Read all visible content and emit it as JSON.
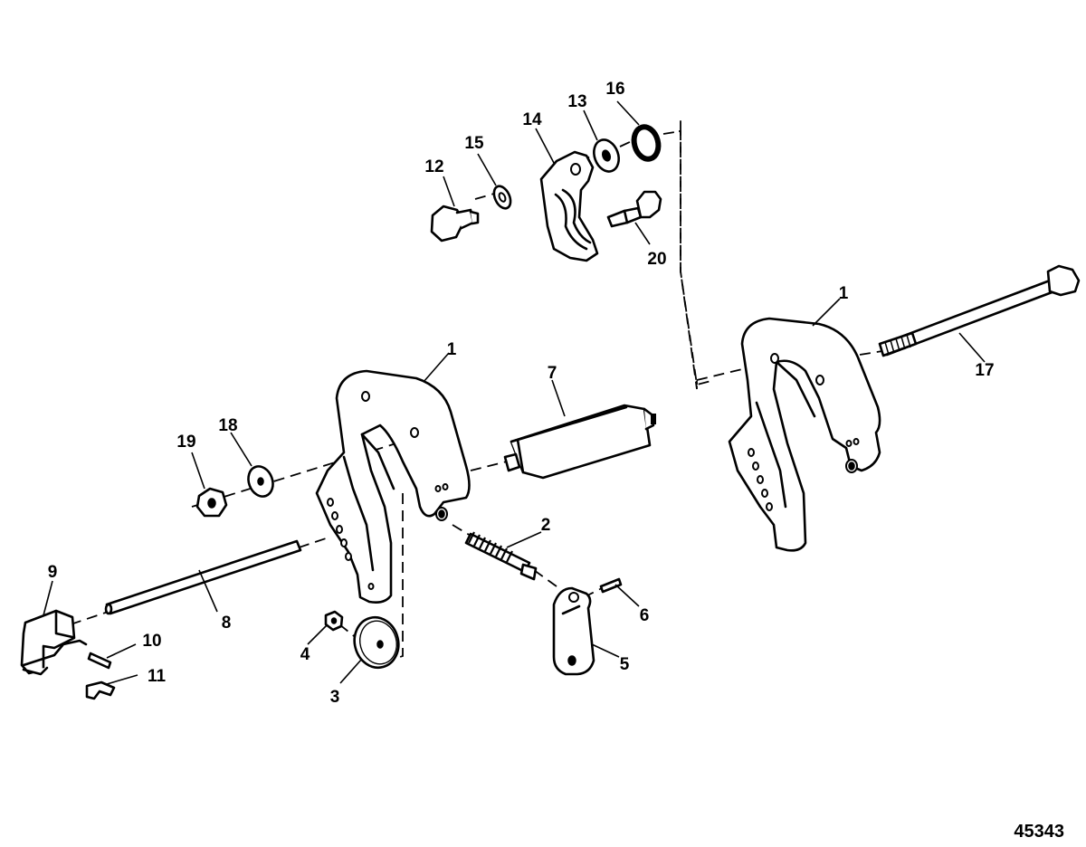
{
  "figure_number": "45343",
  "callouts": [
    {
      "id": "c12",
      "label": "12"
    },
    {
      "id": "c15",
      "label": "15"
    },
    {
      "id": "c14",
      "label": "14"
    },
    {
      "id": "c13",
      "label": "13"
    },
    {
      "id": "c16",
      "label": "16"
    },
    {
      "id": "c20",
      "label": "20"
    },
    {
      "id": "c1a",
      "label": "1"
    },
    {
      "id": "c17",
      "label": "17"
    },
    {
      "id": "c1b",
      "label": "1"
    },
    {
      "id": "c7",
      "label": "7"
    },
    {
      "id": "c19",
      "label": "19"
    },
    {
      "id": "c18",
      "label": "18"
    },
    {
      "id": "c2",
      "label": "2"
    },
    {
      "id": "c9",
      "label": "9"
    },
    {
      "id": "c8",
      "label": "8"
    },
    {
      "id": "c6",
      "label": "6"
    },
    {
      "id": "c10",
      "label": "10"
    },
    {
      "id": "c4",
      "label": "4"
    },
    {
      "id": "c5",
      "label": "5"
    },
    {
      "id": "c11",
      "label": "11"
    },
    {
      "id": "c3",
      "label": "3"
    }
  ]
}
